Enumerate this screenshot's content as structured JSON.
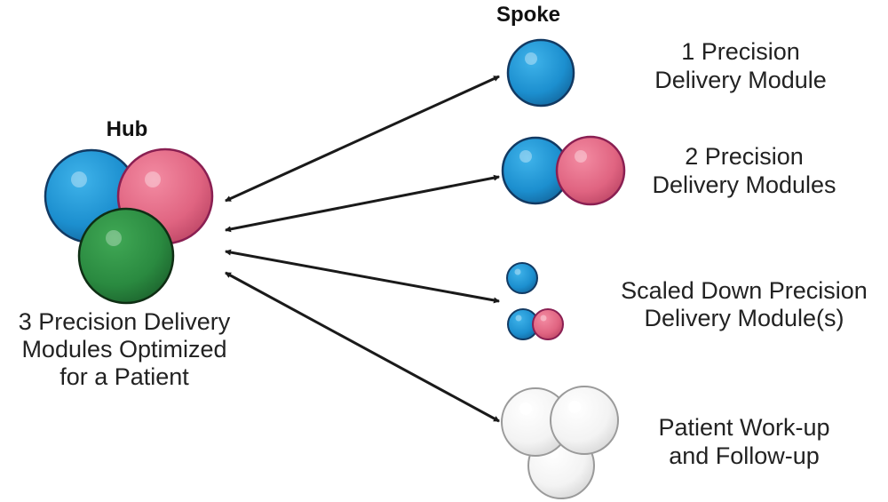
{
  "hub": {
    "title": "Hub",
    "caption": [
      "3 Precision Delivery",
      "Modules Optimized",
      "for a Patient"
    ]
  },
  "spoke": {
    "title": "Spoke",
    "items": [
      {
        "lines": [
          "1 Precision",
          "Delivery Module"
        ]
      },
      {
        "lines": [
          "2 Precision",
          "Delivery Modules"
        ]
      },
      {
        "lines": [
          "Scaled Down Precision",
          "Delivery Module(s)"
        ]
      },
      {
        "lines": [
          "Patient Work-up",
          "and Follow-up"
        ]
      }
    ]
  },
  "colors": {
    "blue": "#1e96d4",
    "pink": "#e06481",
    "green": "#2a8a40",
    "white": "#f2f2f2",
    "arrow": "#1a1a1a"
  }
}
